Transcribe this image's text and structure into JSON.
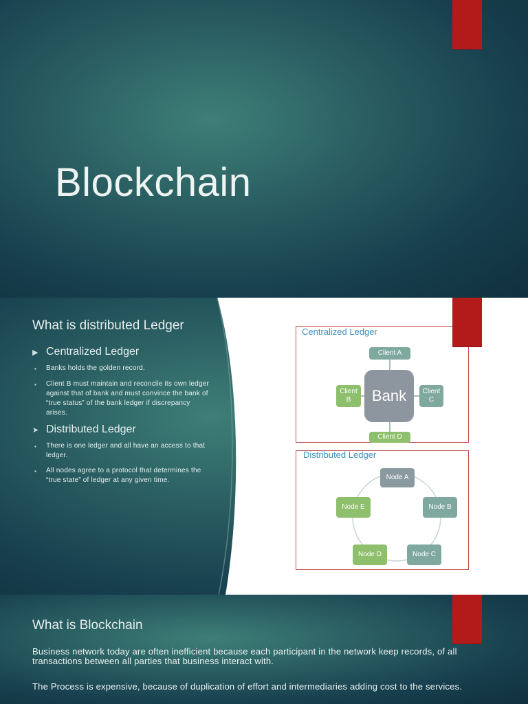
{
  "slide1": {
    "title": "Blockchain"
  },
  "slide2": {
    "heading": "What is distributed Ledger",
    "sections": [
      {
        "label": "Centralized Ledger",
        "marker": "▶",
        "items": [
          "Banks holds the golden record.",
          "Client B must maintain and reconcile its own ledger against that of bank and must convince the bank of “true status” of the bank ledger if discrepancy arises."
        ]
      },
      {
        "label": "Distributed Ledger",
        "marker": "➤",
        "items": [
          "There is one ledger and all have an access to that ledger.",
          "All nodes agree to a protocol that determines the “true state” of ledger at any given time."
        ]
      }
    ],
    "centralized_diagram": {
      "title": "Centralized Ledger",
      "center": "Bank",
      "clients": [
        "Client A",
        "Client B",
        "Client C",
        "Client D"
      ]
    },
    "distributed_diagram": {
      "title": "Distributed Ledger",
      "nodes": [
        "Node A",
        "Node B",
        "Node C",
        "Node D",
        "Node E"
      ]
    }
  },
  "slide3": {
    "heading": "What is Blockchain",
    "paragraphs": [
      "Business network today are often inefficient because each participant in the network keep records, of all transactions between all parties that business interact with.",
      "The Process is expensive, because of duplication of effort and intermediaries adding cost to the services."
    ]
  },
  "colors": {
    "accent_red": "#b31b1b",
    "box_border": "#c0504d",
    "diagram_title": "#3d8fbd",
    "bank_gray": "#8d969e",
    "node_teal": "#7fa99e",
    "node_green": "#8dbf6c"
  }
}
